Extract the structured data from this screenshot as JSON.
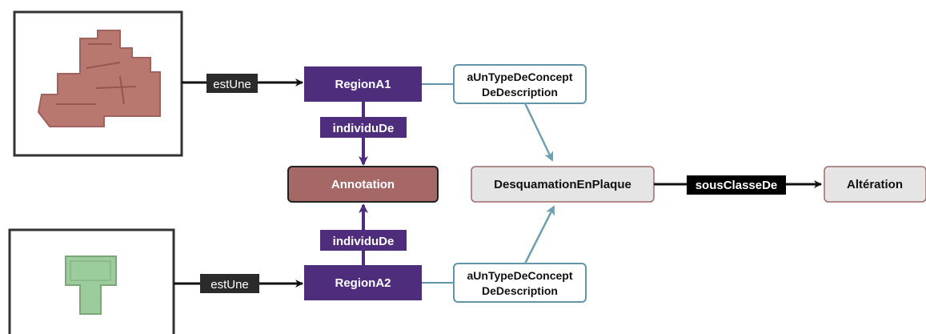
{
  "nodes": {
    "region_a1": "RegionA1",
    "region_a2": "RegionA2",
    "annotation": "Annotation",
    "desquamation": "DesquamationEnPlaque",
    "alteration": "Altération",
    "concept_desc_top": [
      "aUnTypeDeConcept",
      "DeDescription"
    ],
    "concept_desc_bottom": [
      "aUnTypeDeConcept",
      "DeDescription"
    ]
  },
  "edges": {
    "est_une_top": "estUne",
    "est_une_bottom": "estUne",
    "individu_de_top": "individuDe",
    "individu_de_bottom": "individuDe",
    "sous_classe_de": "sousClasseDe"
  },
  "colors": {
    "region_fill": "#4e2d7c",
    "annotation_fill": "#a66767",
    "concept_border": "#5f96a8",
    "concept_arrow": "#6f9fb0",
    "class_border": "#a06a6a",
    "class_fill": "#e5e5e5",
    "dark_label": "#2b2b2b",
    "black_label": "#000000",
    "region_fragment_top": "#b87870",
    "region_fragment_bottom": "#9ccc9c"
  }
}
